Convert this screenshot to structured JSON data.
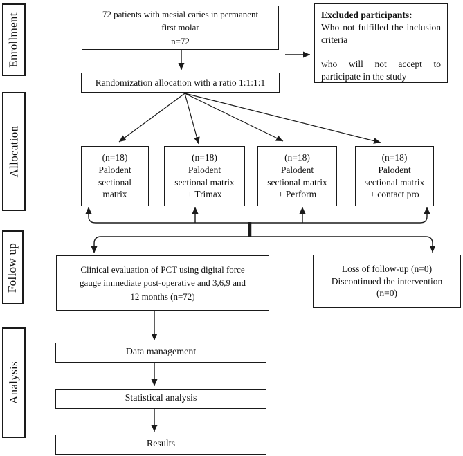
{
  "colors": {
    "ink": "#1a1a1a",
    "background": "#ffffff"
  },
  "side_labels": {
    "enrollment": "Enrollment",
    "allocation": "Allocation",
    "follow_up": "Follow up",
    "analysis": "Analysis"
  },
  "enrollment": {
    "patients_box": "72 patients with mesial caries in permanent\nfirst molar\nn=72",
    "randomization_box": "Randomization allocation with a ratio 1:1:1:1",
    "excluded_box": {
      "title": "Excluded participants:",
      "reason_1": "Who not fulfilled the inclusion criteria",
      "reason_2": "who will not accept to participate in the study"
    }
  },
  "allocation": {
    "arms": [
      {
        "label": "(n=18)\nPalodent\nsectional\nmatrix"
      },
      {
        "label": "(n=18)\nPalodent\nsectional matrix\n+ Trimax"
      },
      {
        "label": "(n=18)\nPalodent\nsectional matrix\n+ Perform"
      },
      {
        "label": "(n=18)\nPalodent\nsectional matrix\n+ contact pro"
      }
    ]
  },
  "follow_up": {
    "clinical_box": "Clinical evaluation of PCT using digital force\ngauge immediate post-operative and 3,6,9 and\n12 months (n=72)",
    "loss_box": "Loss of follow-up (n=0)\nDiscontinued the intervention\n(n=0)"
  },
  "analysis": {
    "data_management_box": "Data management",
    "statistical_box": "Statistical analysis",
    "results_box": "Results"
  }
}
